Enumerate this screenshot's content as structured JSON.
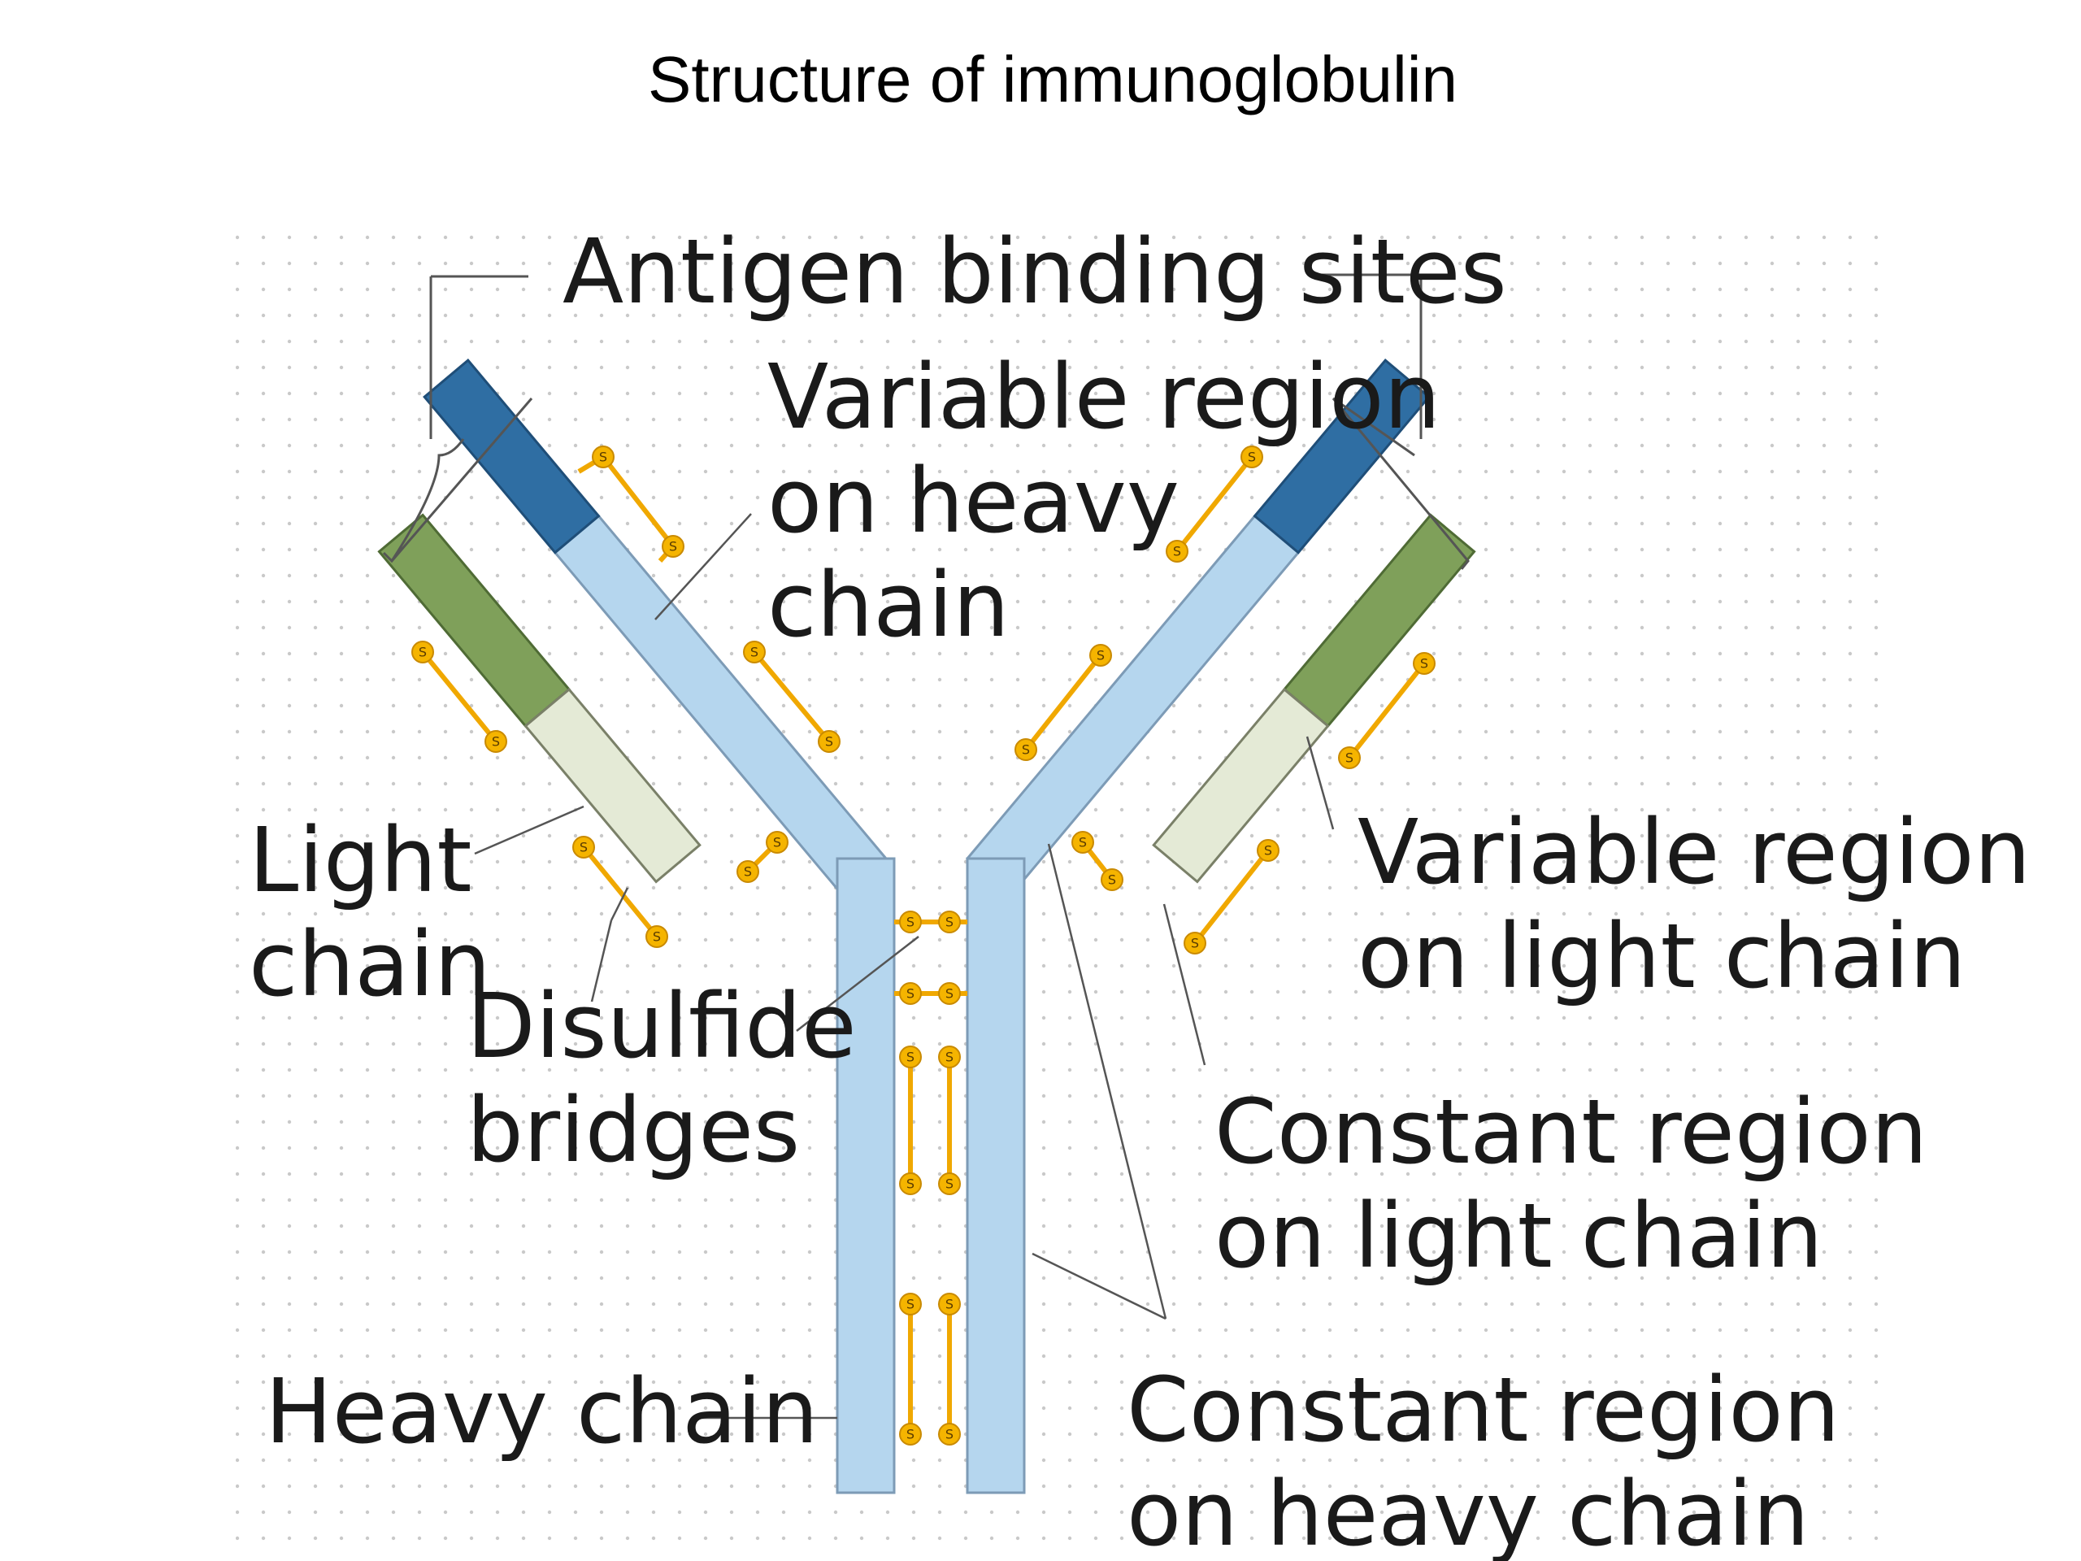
{
  "title": "Structure of immunoglobulin",
  "labels": {
    "antigen_binding_sites": "Antigen binding sites",
    "variable_region_heavy": [
      "Variable region",
      "on heavy",
      "chain"
    ],
    "light_chain": [
      "Light",
      "chain"
    ],
    "disulfide_bridges": [
      "Disulfide",
      "bridges"
    ],
    "heavy_chain": "Heavy chain",
    "variable_region_light": [
      "Variable region",
      "on light chain"
    ],
    "constant_region_light": [
      "Constant region",
      "on light chain"
    ],
    "constant_region_heavy": [
      "Constant region",
      "on heavy chain"
    ]
  },
  "bond_symbol": "S",
  "colors": {
    "variable_heavy": "#2f6ea3",
    "constant_heavy": "#b5d6ee",
    "variable_light": "#7fa05a",
    "constant_light": "#e4ead6",
    "disulfide": "#f5b400",
    "grid_dots": "#c9c9c9"
  }
}
